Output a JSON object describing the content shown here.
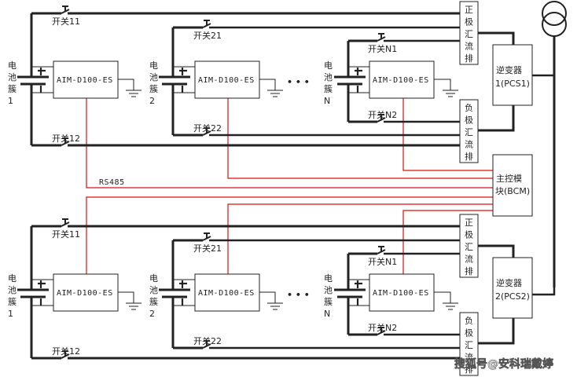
{
  "diagram": {
    "groups": [
      {
        "id": "group-1",
        "inverter": {
          "line1": "逆变器",
          "line2": "1(PCS1)"
        },
        "positive_busbar": [
          "正",
          "极",
          "汇",
          "流",
          "排"
        ],
        "negative_busbar": [
          "负",
          "极",
          "汇",
          "流",
          "排"
        ],
        "clusters": [
          {
            "label": [
              "电",
              "池",
              "簇",
              "1"
            ],
            "switch_top": "开关11",
            "switch_bottom": "开关12",
            "module": "AIM-D100-ES"
          },
          {
            "label": [
              "电",
              "池",
              "簇",
              "2"
            ],
            "switch_top": "开关21",
            "switch_bottom": "开关22",
            "module": "AIM-D100-ES"
          },
          {
            "label": [
              "电",
              "池",
              "簇",
              "N"
            ],
            "switch_top": "开关N1",
            "switch_bottom": "开关N2",
            "module": "AIM-D100-ES"
          }
        ]
      },
      {
        "id": "group-2",
        "inverter": {
          "line1": "逆变器",
          "line2": "2(PCS2)"
        },
        "positive_busbar": [
          "正",
          "极",
          "汇",
          "流",
          "排"
        ],
        "negative_busbar": [
          "负",
          "极",
          "汇",
          "流",
          "排"
        ],
        "clusters": [
          {
            "label": [
              "电",
              "池",
              "簇",
              "1"
            ],
            "switch_top": "开关11",
            "switch_bottom": "开关12",
            "module": "AIM-D100-ES"
          },
          {
            "label": [
              "电",
              "池",
              "簇",
              "2"
            ],
            "switch_top": "开关21",
            "switch_bottom": "开关22",
            "module": "AIM-D100-ES"
          },
          {
            "label": [
              "电",
              "池",
              "簇",
              "N"
            ],
            "switch_top": "开关N1",
            "switch_bottom": "开关N2",
            "module": "AIM-D100-ES"
          }
        ]
      }
    ],
    "ellipsis": "• • •",
    "bcm": {
      "line1": "主控模",
      "line2": "块(BCM)"
    },
    "bus_label": "RS485",
    "watermark": "搜狐号@安科瑞戴婷",
    "colors": {
      "power_line": "#222222",
      "comm_line": "#dd1111",
      "background": "#ffffff"
    }
  }
}
